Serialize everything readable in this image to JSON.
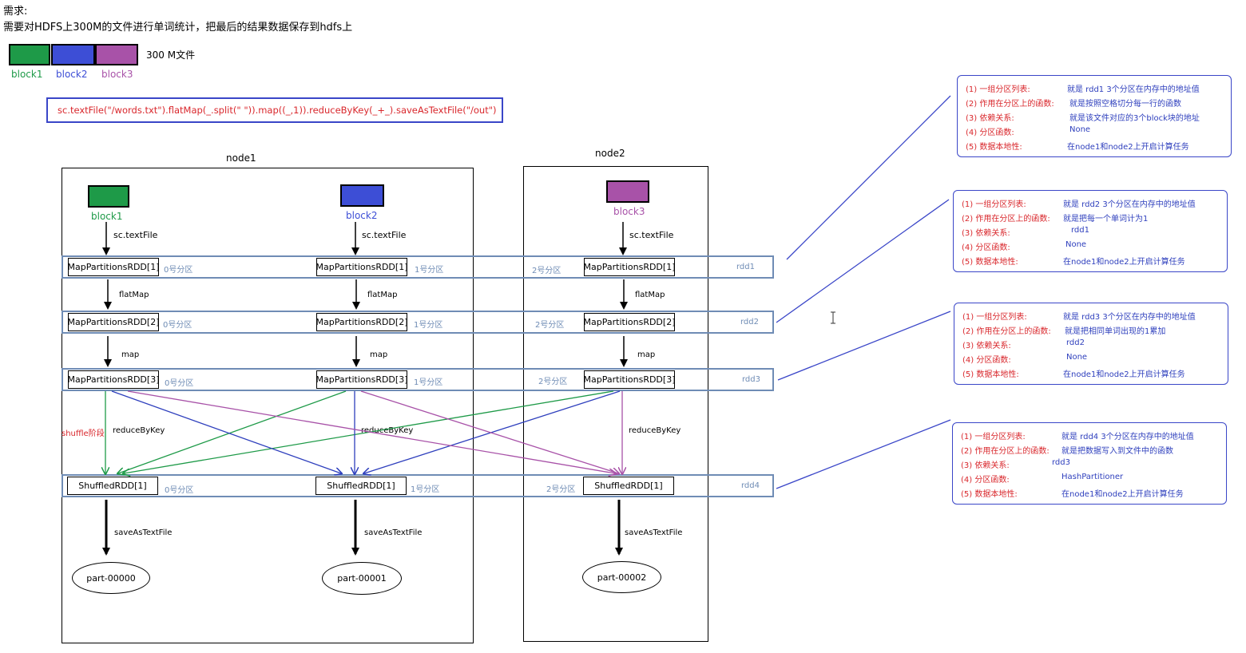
{
  "header": {
    "title": "需求:",
    "requirement": "需要对HDFS上300M的文件进行单词统计，把最后的结果数据保存到hdfs上"
  },
  "file": {
    "size_label": "300 M文件",
    "blocks": [
      {
        "label": "block1",
        "color": "#1e9a48"
      },
      {
        "label": "block2",
        "color": "#3d4ed6"
      },
      {
        "label": "block3",
        "color": "#a852a8"
      }
    ]
  },
  "code": "sc.textFile(\"/words.txt\").flatMap(_.split(\" \")).map((_,1)).reduceByKey(_+_).saveAsTextFile(\"/out\")",
  "nodes": {
    "node1": "node1",
    "node2": "node2"
  },
  "ops": {
    "textFile": "sc.textFile",
    "flatMap": "flatMap",
    "map": "map",
    "reduceByKey": "reduceByKey",
    "shuffle": "shuffle阶段",
    "save": "saveAsTextFile"
  },
  "rdds": {
    "rdd1": {
      "label": "rdd1",
      "name": "MapPartitionsRDD[1]"
    },
    "rdd2": {
      "label": "rdd2",
      "name": "MapPartitionsRDD[2]"
    },
    "rdd3": {
      "label": "rdd3",
      "name": "MapPartitionsRDD[3]"
    },
    "rdd4": {
      "label": "rdd4",
      "name": "ShuffledRDD[1]"
    }
  },
  "partitions": [
    "0号分区",
    "1号分区",
    "2号分区"
  ],
  "outputs": [
    "part-00000",
    "part-00001",
    "part-00002"
  ],
  "panels": [
    {
      "rows": [
        {
          "k": "(1) 一组分区列表:",
          "v": "就是 rdd1 3个分区在内存中的地址值"
        },
        {
          "k": "(2) 作用在分区上的函数:",
          "v": "就是按照空格切分每一行的函数"
        },
        {
          "k": "(3) 依赖关系:",
          "v": "就是该文件对应的3个block块的地址"
        },
        {
          "k": "(4) 分区函数:",
          "v": "None"
        },
        {
          "k": "(5) 数据本地性:",
          "v": "在node1和node2上开启计算任务"
        }
      ]
    },
    {
      "rows": [
        {
          "k": "(1) 一组分区列表:",
          "v": "就是 rdd2 3个分区在内存中的地址值"
        },
        {
          "k": "(2) 作用在分区上的函数:",
          "v": "就是把每一个单词计为1"
        },
        {
          "k": "(3) 依赖关系:",
          "v": "rdd1"
        },
        {
          "k": "(4) 分区函数:",
          "v": "None"
        },
        {
          "k": "(5) 数据本地性:",
          "v": "在node1和node2上开启计算任务"
        }
      ]
    },
    {
      "rows": [
        {
          "k": "(1) 一组分区列表:",
          "v": "就是 rdd3 3个分区在内存中的地址值"
        },
        {
          "k": "(2) 作用在分区上的函数:",
          "v": "就是把相同单词出现的1累加"
        },
        {
          "k": "(3) 依赖关系:",
          "v": "rdd2"
        },
        {
          "k": "(4) 分区函数:",
          "v": "None"
        },
        {
          "k": "(5) 数据本地性:",
          "v": "在node1和node2上开启计算任务"
        }
      ]
    },
    {
      "rows": [
        {
          "k": "(1) 一组分区列表:",
          "v": "就是 rdd4 3个分区在内存中的地址值"
        },
        {
          "k": "(2) 作用在分区上的函数:",
          "v": "就是把数据写入到文件中的函数"
        },
        {
          "k": "(3) 依赖关系:",
          "v": "rdd3"
        },
        {
          "k": "(4) 分区函数:",
          "v": "HashPartitioner"
        },
        {
          "k": "(5) 数据本地性:",
          "v": "在node1和node2上开启计算任务"
        }
      ]
    }
  ]
}
